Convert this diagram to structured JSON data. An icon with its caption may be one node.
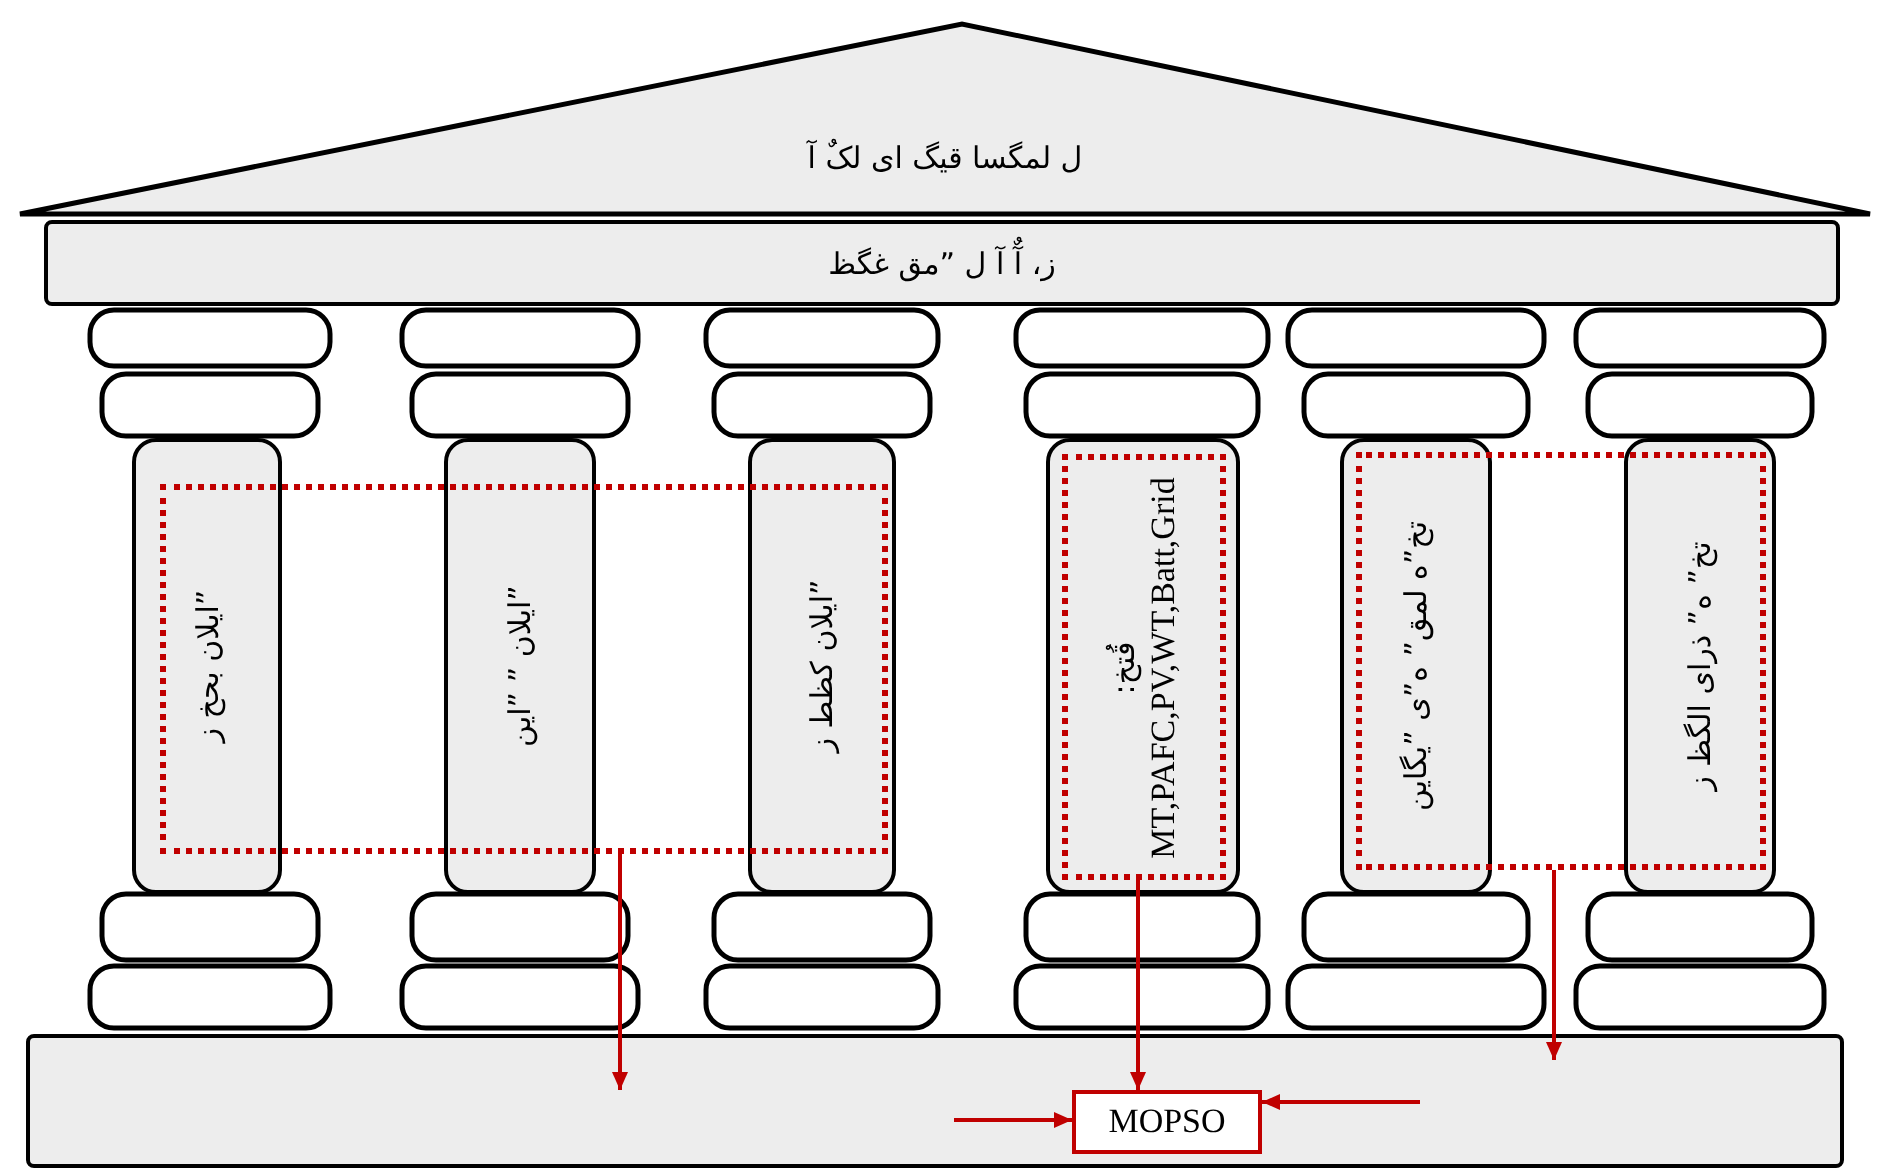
{
  "diagram": {
    "nodes": [
      {
        "text": [
          "ل لمگسا قیگ ای لکٌ آ"
        ]
      },
      {
        "text": [
          "ز، آٌ آ ل ”مق غگظ"
        ]
      },
      {
        "text": [
          "”ایلان بحخ ز"
        ]
      },
      {
        "text": [
          "”ایلان ” ”این"
        ]
      },
      {
        "text": [
          "”ایلان کظط ز"
        ]
      },
      {
        "text": [],
        "shape": "box"
      },
      {
        "text": [
          "تخ”ه لمق” ه”ی ”یگاین"
        ]
      },
      {
        "text": [
          "تخ” ه” ذرای الگظ ز"
        ]
      },
      {
        "text": [],
        "shape": "box"
      },
      {
        "text": [
          "قُتخ:",
          "MT,PAFC,PV,WT,Batt,Grid"
        ],
        "in": 5
      },
      {
        "text": [],
        "shape": "box"
      },
      {
        "text": [],
        "shape": "box"
      },
      {
        "text": [
          "MOPSO"
        ],
        "in": 11
      }
    ],
    "edges": [
      {
        "from": 8,
        "to": 11,
        "arrow": "to"
      },
      {
        "from": 9,
        "to": 12,
        "arrow": "to"
      },
      {
        "from": 10,
        "to": 11,
        "arrow": "to"
      },
      {
        "from": null,
        "to": 12,
        "arrow": "to"
      },
      {
        "from": null,
        "to": 12,
        "arrow": "to"
      }
    ]
  }
}
